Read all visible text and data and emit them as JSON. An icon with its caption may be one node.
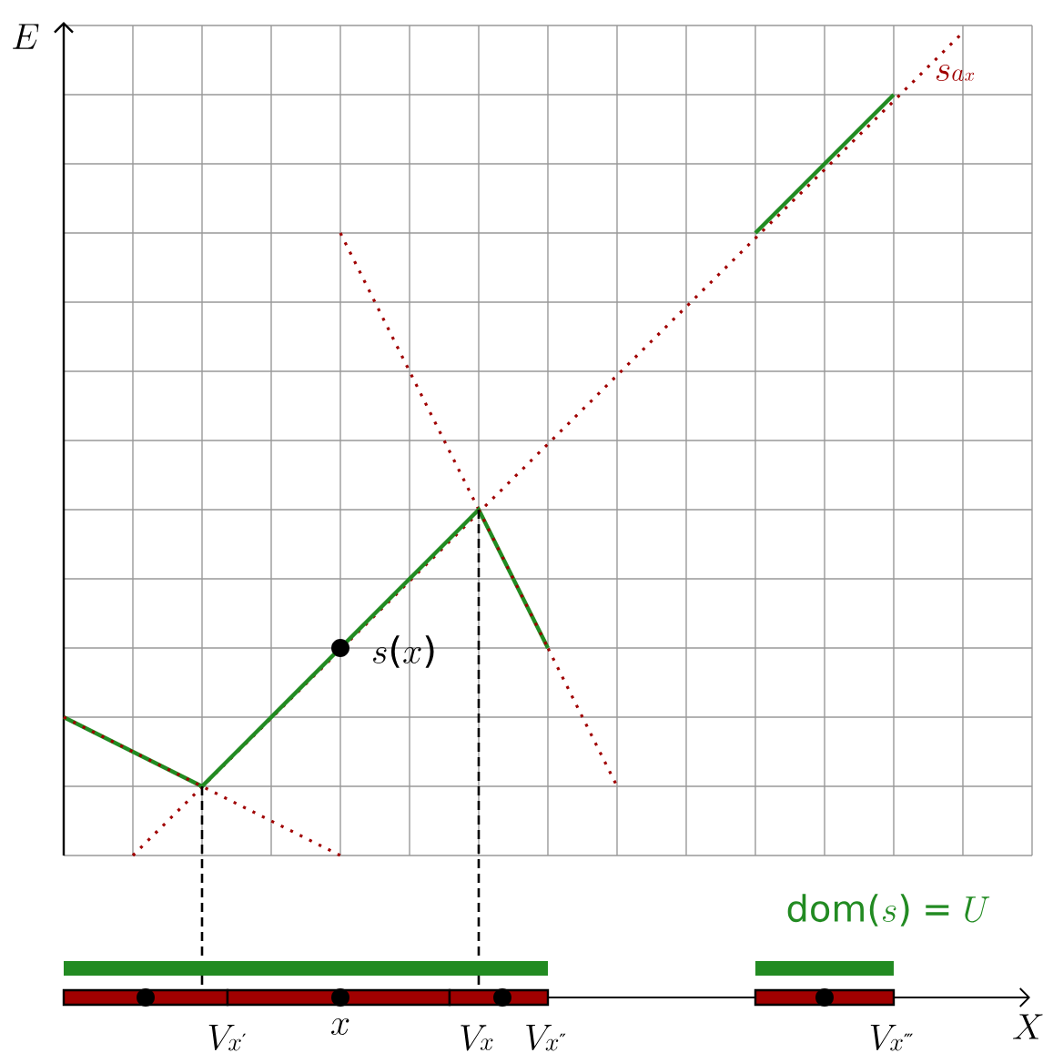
{
  "diagram": {
    "labels": [
      "E",
      "s_{a_x}",
      "s(x)",
      "\\mathrm{dom}(s) = U",
      "V_{x'}",
      "x",
      "V_x",
      "V_{x''}",
      "V_{x'''}",
      "X"
    ]
  }
}
